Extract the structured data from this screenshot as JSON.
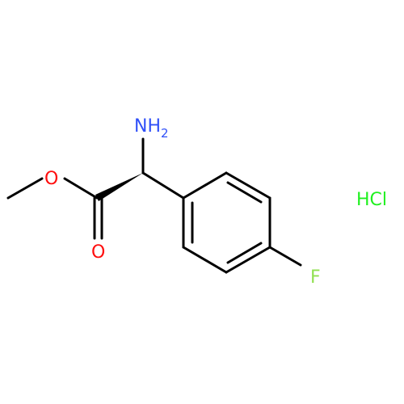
{
  "molecule": {
    "atoms": {
      "amine_N": "NH",
      "amine_subscript": "2",
      "ether_O": "O",
      "carbonyl_O": "O",
      "fluorine": "F"
    },
    "salt": "HCl"
  },
  "colors": {
    "bond": "#000000",
    "nitrogen": "#3050f8",
    "oxygen": "#ff0d0d",
    "fluorine": "#90e050",
    "chlorine": "#1ff01f",
    "background": "#ffffff"
  }
}
